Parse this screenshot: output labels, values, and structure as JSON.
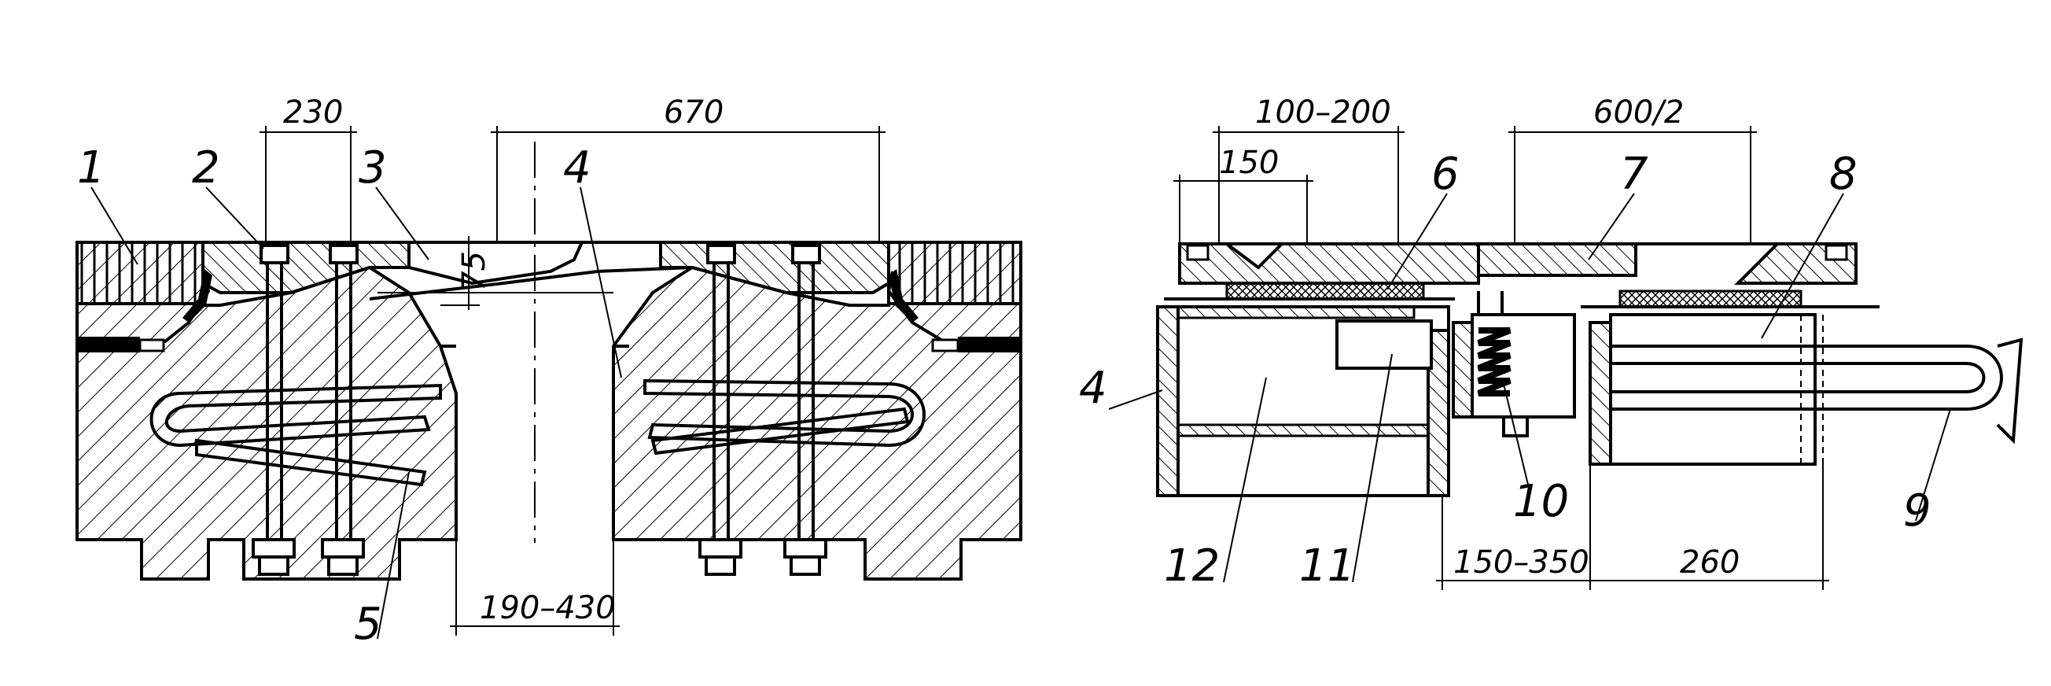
{
  "callouts": {
    "c1": "1",
    "c2": "2",
    "c3": "3",
    "c4": "4",
    "c5": "5",
    "c4r": "4",
    "c6": "6",
    "c7": "7",
    "c8": "8",
    "c9": "9",
    "c10": "10",
    "c11": "11",
    "c12": "12"
  },
  "dimensions": {
    "d230": "230",
    "d670": "670",
    "d75": "75",
    "d190_430": "190–430",
    "d100_200": "100–200",
    "d150": "150",
    "d600_2": "600/2",
    "d150_350": "150–350",
    "d260": "260"
  }
}
